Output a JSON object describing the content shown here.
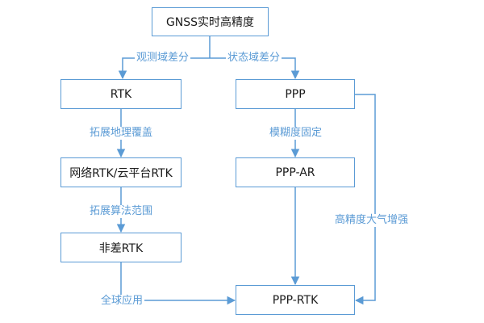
{
  "diagram": {
    "nodes": {
      "root": "GNSS实时高精度",
      "rtk": "RTK",
      "network_rtk": "网络RTK/云平台RTK",
      "undiff_rtk": "非差RTK",
      "ppp": "PPP",
      "ppp_ar": "PPP-AR",
      "ppp_rtk": "PPP-RTK"
    },
    "edges": {
      "obs_domain": "观测域差分",
      "state_domain": "状态域差分",
      "expand_geo": "拓展地理覆盖",
      "expand_algo": "拓展算法范围",
      "global_app": "全球应用",
      "ambiguity_fix": "模糊度固定",
      "atmos_aug": "高精度大气增强"
    },
    "colors": {
      "line": "#5b9bd5",
      "label": "#5b9bd5",
      "text": "#1a1a1a"
    }
  }
}
